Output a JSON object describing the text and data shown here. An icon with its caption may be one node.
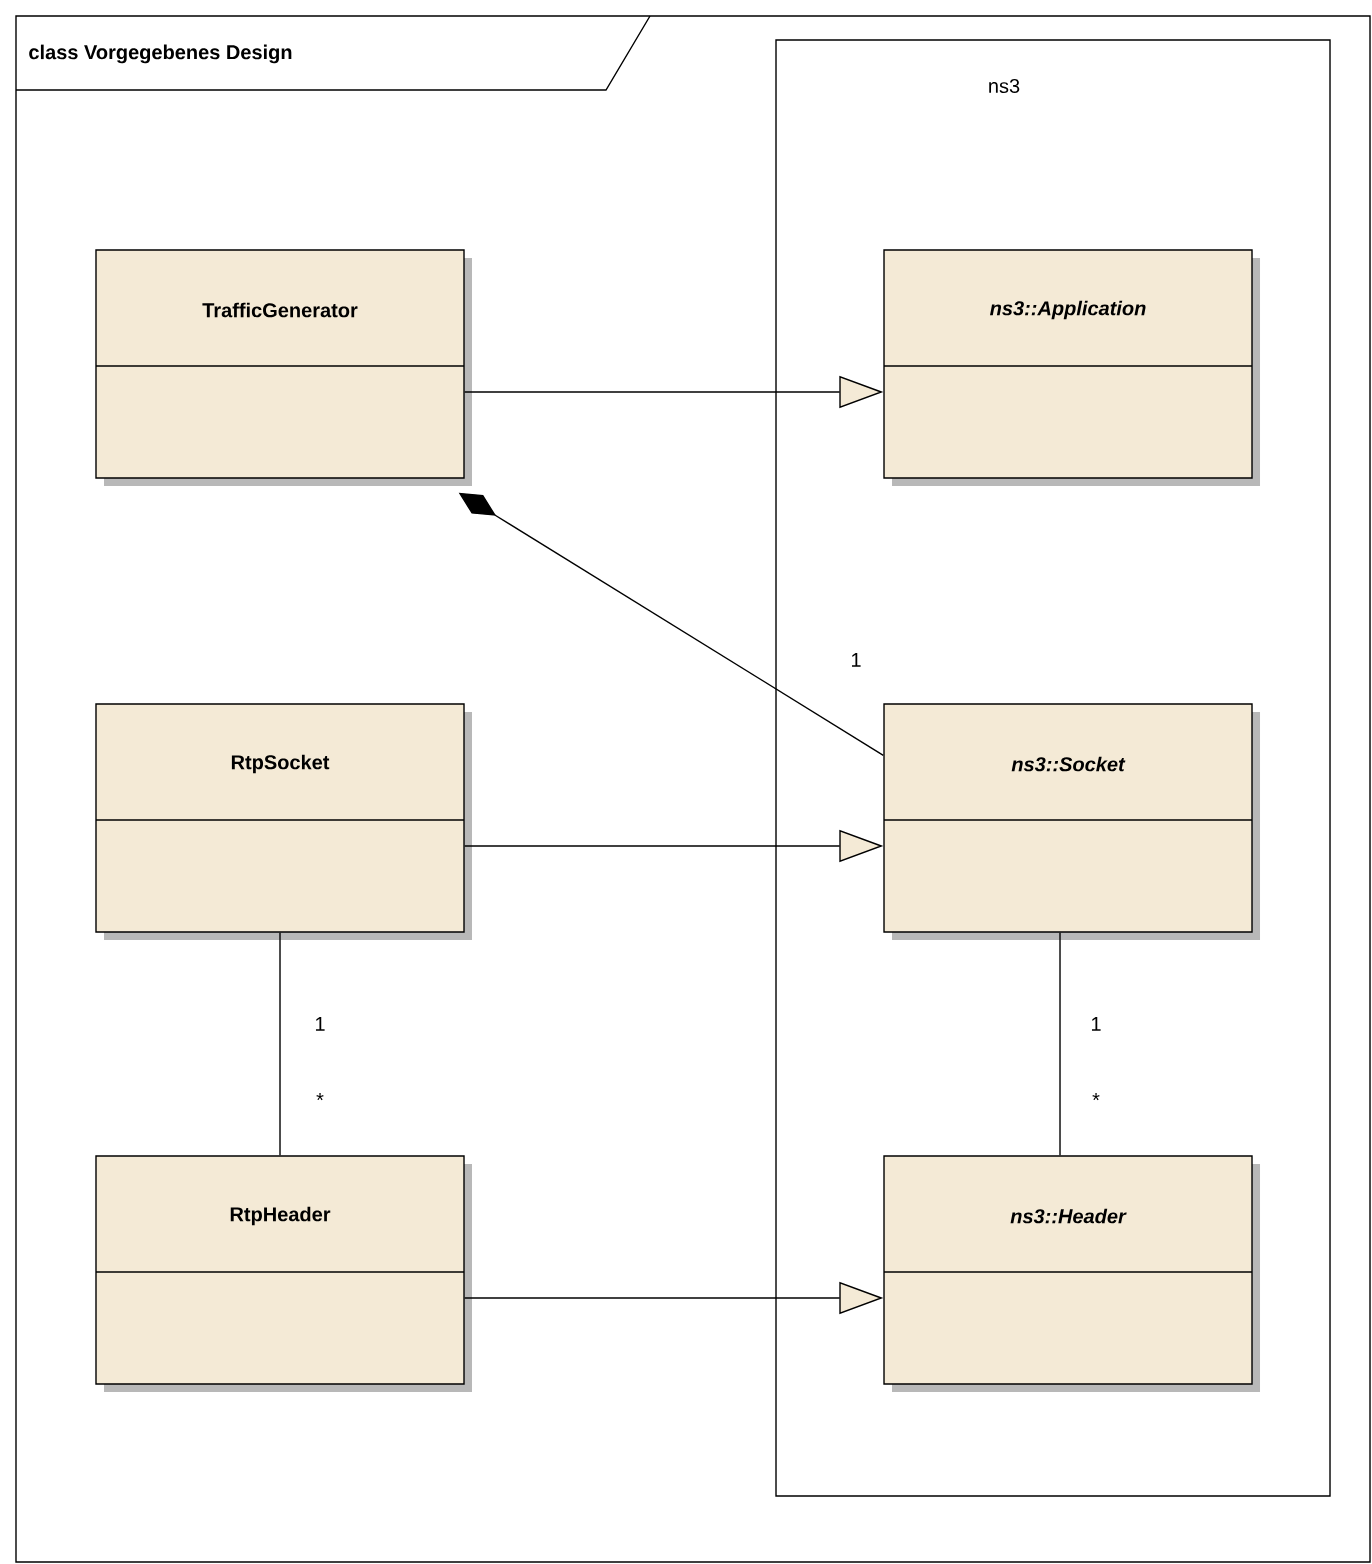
{
  "diagram": {
    "nodes": [
      {
        "text": [
          "class Vorgegebenes Design"
        ]
      },
      {
        "text": [
          "ns3"
        ],
        "in": 0
      },
      {
        "text": [
          "TrafficGenerator"
        ],
        "in": 0
      },
      {
        "text": [
          "ns3::Application"
        ],
        "in": 1
      },
      {
        "text": [
          "RtpSocket"
        ],
        "in": 0
      },
      {
        "text": [
          "ns3::Socket"
        ],
        "in": 1
      },
      {
        "text": [
          "RtpHeader"
        ],
        "in": 0
      },
      {
        "text": [
          "ns3::Header"
        ],
        "in": 1
      }
    ],
    "edges": [
      {
        "from": 2,
        "to": 3,
        "arrow": "to"
      },
      {
        "from": 2,
        "to": 5,
        "arrow": "other"
      },
      {
        "from": 4,
        "to": 5,
        "arrow": "to"
      },
      {
        "from": 4,
        "to": 6,
        "arrow": "none"
      },
      {
        "from": 5,
        "to": 7,
        "arrow": "none"
      },
      {
        "from": 6,
        "to": 7,
        "arrow": "to"
      }
    ],
    "labels": [
      "1",
      "1",
      "*",
      "1",
      "*"
    ]
  }
}
